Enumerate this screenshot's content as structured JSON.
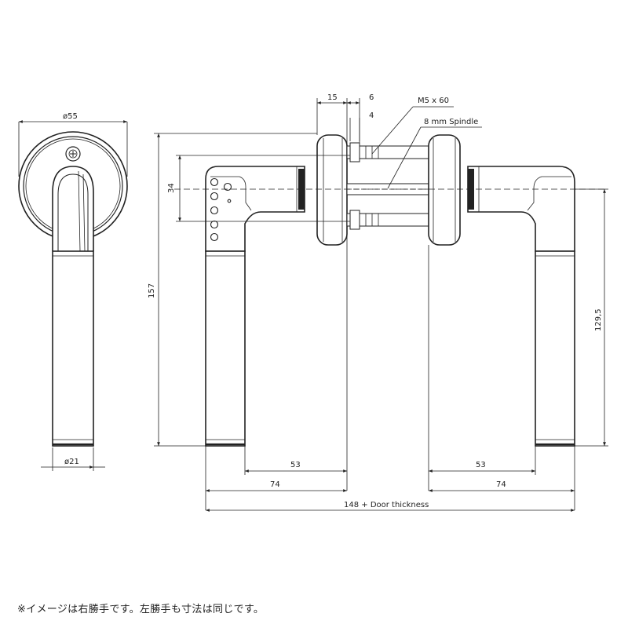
{
  "dimensions": {
    "rose_diameter": "ø55",
    "grip_diameter": "ø21",
    "rose_thickness": "15",
    "gap_6": "6",
    "gap_4": "4",
    "screw": "M5 x 60",
    "spindle": "8 mm Spindle",
    "spacing_34": "34",
    "height_157": "157",
    "height_129_5": "129,5",
    "projection_53_left": "53",
    "projection_74_left": "74",
    "projection_53_right": "53",
    "projection_74_right": "74",
    "overall": "148 + Door thickness"
  },
  "note": "※イメージは右勝手です。左勝手も寸法は同じです。",
  "colors": {
    "line": "#222222",
    "fill": "#ffffff"
  }
}
